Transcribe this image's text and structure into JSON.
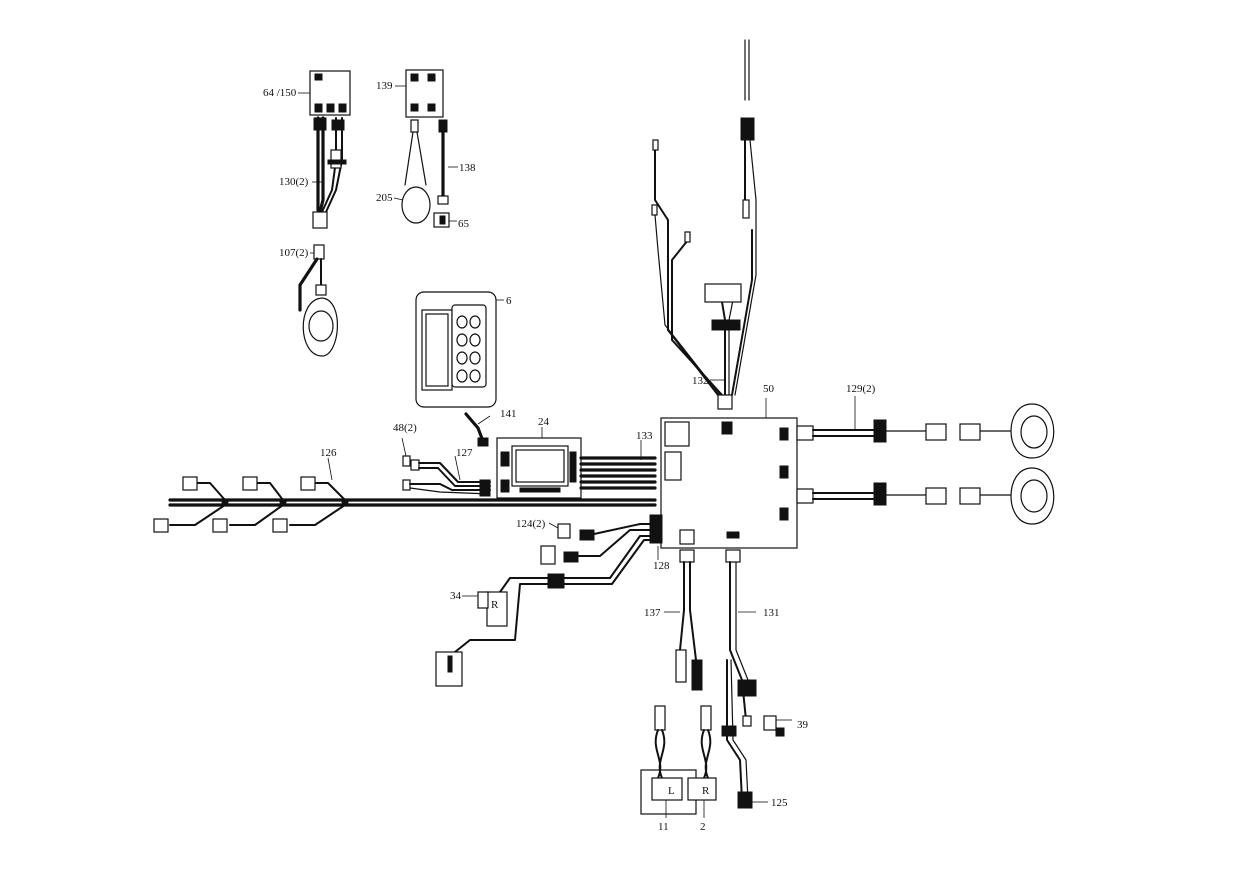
{
  "diagram": {
    "labels": [
      {
        "id": "64-150",
        "text": "64 /150"
      },
      {
        "id": "130",
        "text": "130(2)"
      },
      {
        "id": "107",
        "text": "107(2)"
      },
      {
        "id": "139",
        "text": "139"
      },
      {
        "id": "138",
        "text": "138"
      },
      {
        "id": "205",
        "text": "205"
      },
      {
        "id": "65",
        "text": "65"
      },
      {
        "id": "6",
        "text": "6"
      },
      {
        "id": "141",
        "text": "141"
      },
      {
        "id": "24",
        "text": "24"
      },
      {
        "id": "48",
        "text": "48(2)"
      },
      {
        "id": "127",
        "text": "127"
      },
      {
        "id": "126",
        "text": "126"
      },
      {
        "id": "133",
        "text": "133"
      },
      {
        "id": "132",
        "text": "132"
      },
      {
        "id": "50",
        "text": "50"
      },
      {
        "id": "129",
        "text": "129(2)"
      },
      {
        "id": "124",
        "text": "124(2)"
      },
      {
        "id": "128",
        "text": "128"
      },
      {
        "id": "34",
        "text": "34"
      },
      {
        "id": "137",
        "text": "137"
      },
      {
        "id": "131",
        "text": "131"
      },
      {
        "id": "39",
        "text": "39"
      },
      {
        "id": "125",
        "text": "125"
      },
      {
        "id": "11",
        "text": "11"
      },
      {
        "id": "2",
        "text": "2"
      }
    ],
    "connector_letters": {
      "r_left": "R",
      "l_bottom": "L",
      "r_bottom": "R"
    }
  }
}
